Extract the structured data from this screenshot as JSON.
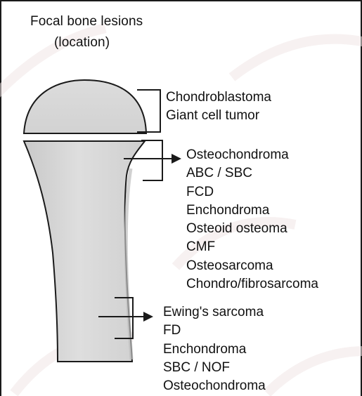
{
  "title": {
    "line1": "Focal bone lesions",
    "line2": "(location)"
  },
  "regions": {
    "epiphysis": {
      "lesions": [
        "Chondroblastoma",
        "Giant cell tumor"
      ]
    },
    "metaphysis": {
      "lesions": [
        "Osteochondroma",
        "ABC / SBC",
        "FCD",
        "Enchondroma",
        "Osteoid osteoma",
        "CMF",
        "Osteosarcoma",
        "Chondro/fibrosarcoma"
      ]
    },
    "diaphysis": {
      "lesions": [
        "Ewing's sarcoma",
        "FD",
        "Enchondroma",
        "SBC / NOF",
        "Osteochondroma"
      ]
    }
  },
  "colors": {
    "bone_fill": "#d9d9d9",
    "bone_fill_dark": "#c4c4c4",
    "outline": "#1a1a1a",
    "text": "#111111",
    "watermark": "#efe4e4"
  }
}
